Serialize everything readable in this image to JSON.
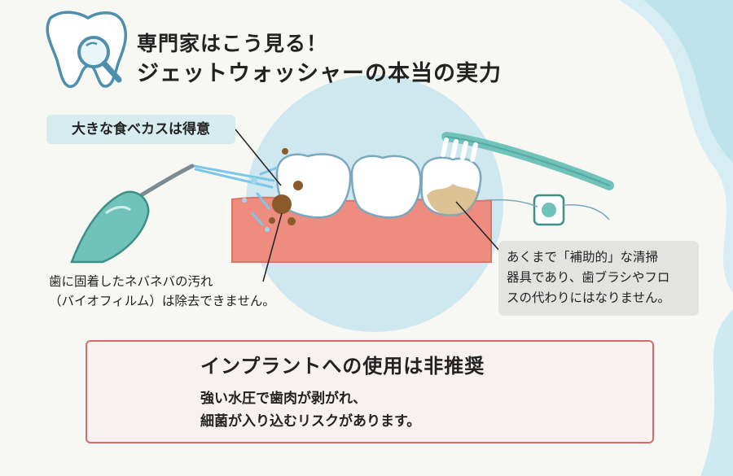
{
  "title": {
    "line1": "専門家はこう見る！",
    "line2": "ジェットウォッシャーの本当の実力"
  },
  "callouts": {
    "top_left": "大きな食べカスは得意",
    "bottom_left": [
      "歯に固着したネバネバの汚れ",
      "（バイオフィルム）は除去できません。"
    ],
    "right": [
      "あくまで「補助的」な清掃",
      "器具であり、歯ブラシやフロ",
      "スの代わりにはなりません。"
    ]
  },
  "warning": {
    "title": "インプラントへの使用は非推奨",
    "body": [
      "強い水圧で歯肉が剥がれ、",
      "細菌が入り込むリスクがあります。"
    ]
  },
  "icons": {
    "header": "tooth-magnifier-icon",
    "warning": "warning-triangle-icon",
    "implant": "dental-implant-icon"
  },
  "colors": {
    "gum": "#ee8c80",
    "circle_bg": "#cfe8ef",
    "device": "#6fc3bb",
    "plaque": "#c9a25a",
    "warning_red": "#d9534f",
    "warning_border": "#d56c6c",
    "water": "#7cc6e8"
  }
}
